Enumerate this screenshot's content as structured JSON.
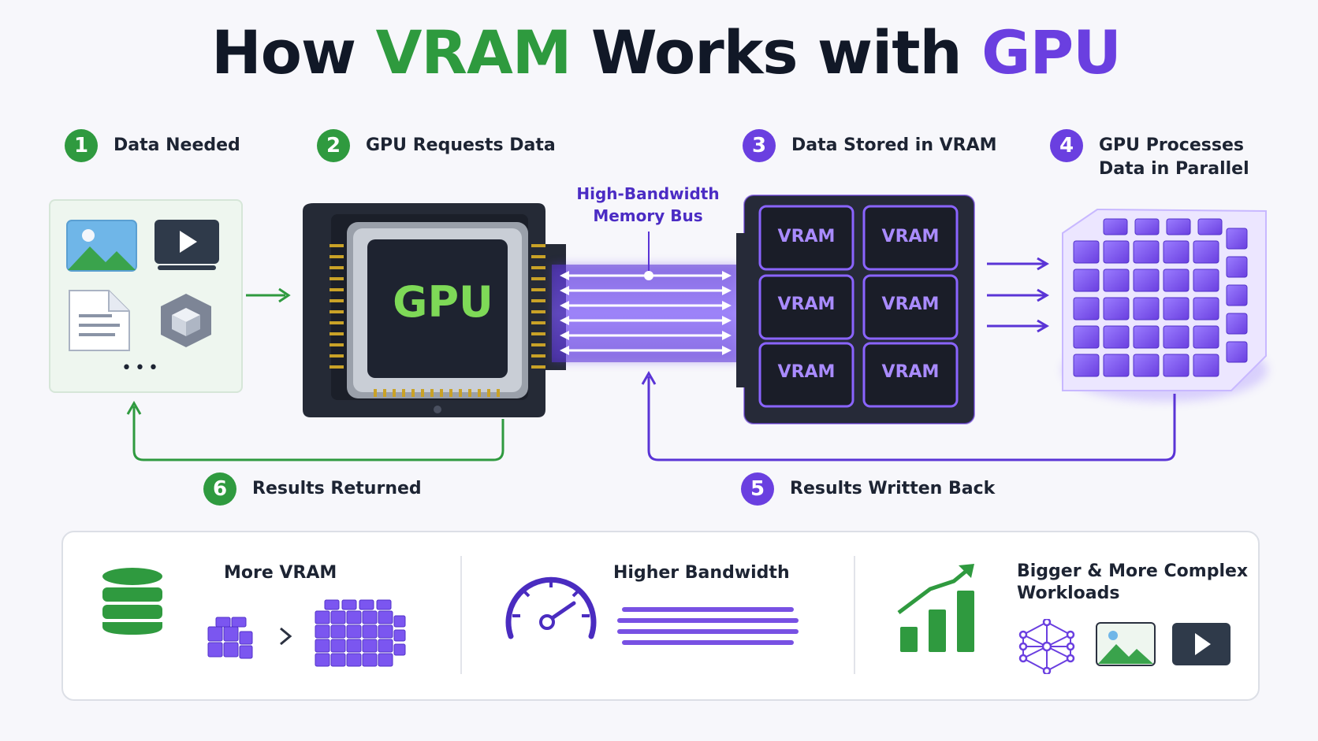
{
  "title": {
    "part1": "How",
    "part2": "VRAM",
    "part3": "Works with",
    "part4": "GPU"
  },
  "steps": [
    {
      "num": "1",
      "label": "Data Needed"
    },
    {
      "num": "2",
      "label": "GPU Requests Data"
    },
    {
      "num": "3",
      "label": "Data Stored in VRAM"
    },
    {
      "num": "4",
      "label_line1": "GPU Processes",
      "label_line2": "Data in Parallel"
    },
    {
      "num": "5",
      "label": "Results Written Back"
    },
    {
      "num": "6",
      "label": "Results Returned"
    }
  ],
  "data_card": {
    "icons": [
      "image-icon",
      "video-icon",
      "document-icon",
      "cube-icon"
    ],
    "more": "•••"
  },
  "gpu_chip": {
    "label": "GPU"
  },
  "bus": {
    "label_line1": "High-Bandwidth",
    "label_line2": "Memory Bus"
  },
  "vram_chips": [
    "VRAM",
    "VRAM",
    "VRAM",
    "VRAM",
    "VRAM",
    "VRAM"
  ],
  "benefits": [
    {
      "label": "More VRAM",
      "icons": [
        "database-icon",
        "small-cube-icon",
        "chevron-right-icon",
        "large-cube-icon"
      ]
    },
    {
      "label": "Higher Bandwidth",
      "icons": [
        "speedometer-icon",
        "bandwidth-lines-icon"
      ]
    },
    {
      "label_line1": "Bigger & More Complex",
      "label_line2": "Workloads",
      "icons": [
        "growth-chart-icon",
        "neural-network-icon",
        "image-icon",
        "video-icon"
      ]
    }
  ],
  "colors": {
    "green": "#2f9a3f",
    "purple": "#6a3fe0",
    "gpu_text": "#7ed957",
    "vram_text": "#a98bff",
    "dark_chip": "#1e2330"
  }
}
